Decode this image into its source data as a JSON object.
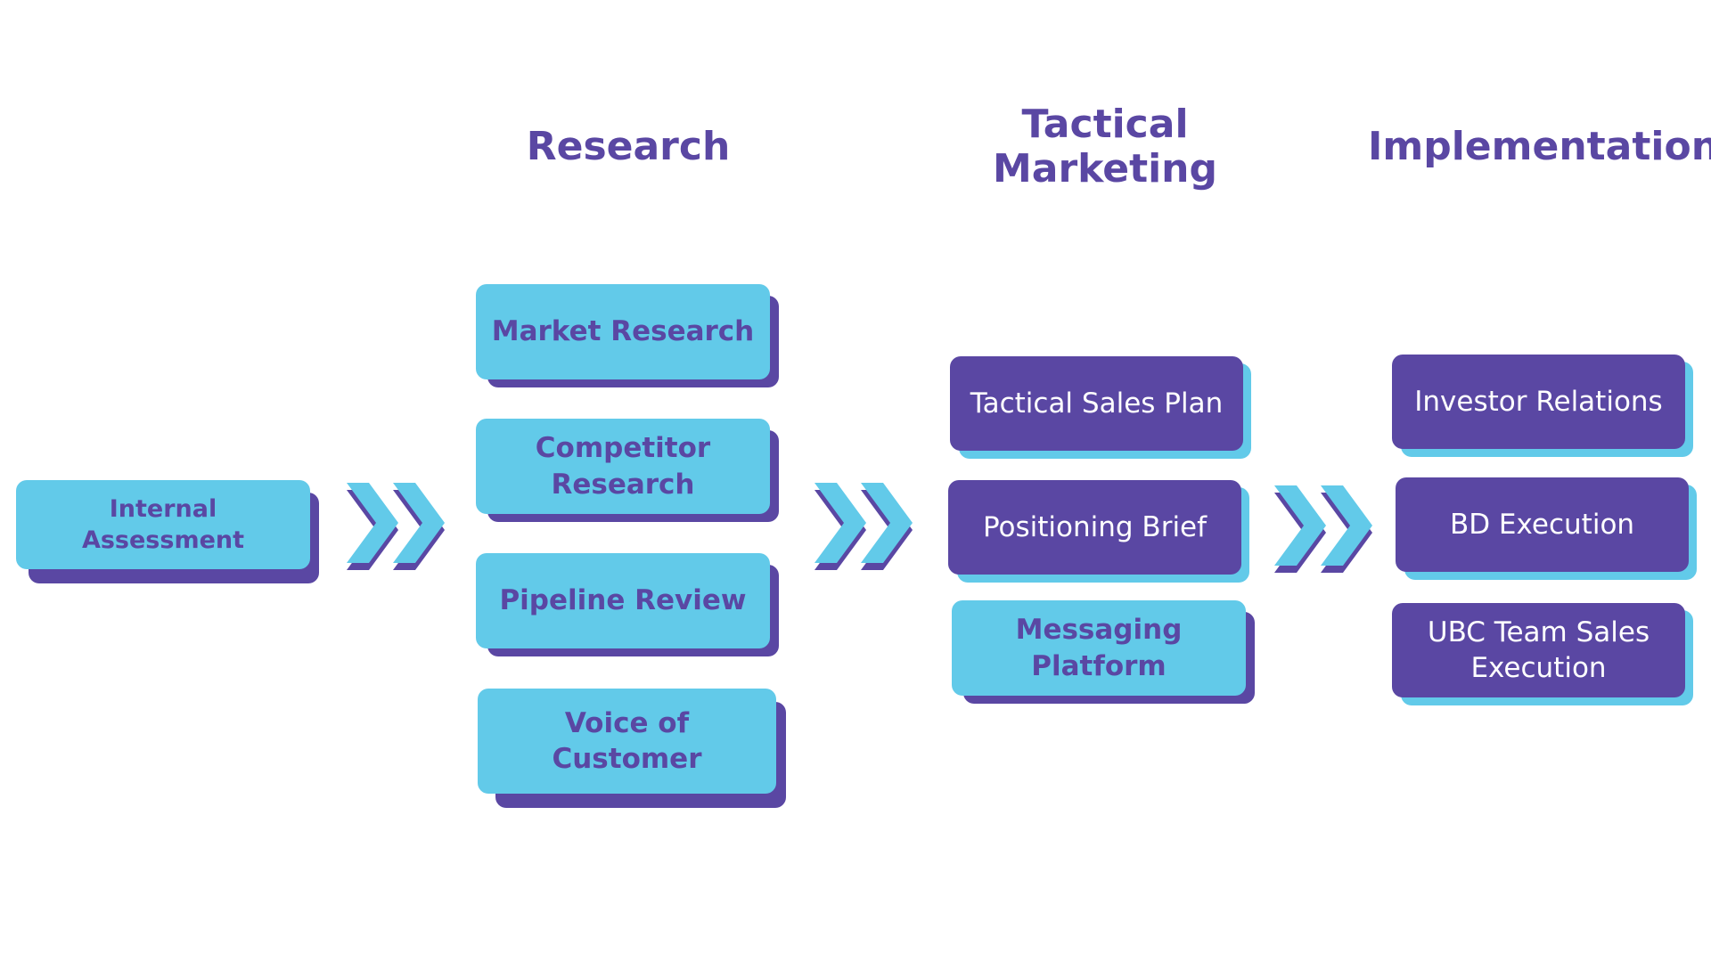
{
  "colors": {
    "purple": "#5a47a3",
    "cyan": "#62cae9",
    "background": "#ffffff"
  },
  "headings": {
    "research": "Research",
    "tactical_marketing": "Tactical\nMarketing",
    "implementation": "Implementation"
  },
  "start": {
    "internal_assessment": "Internal Assessment"
  },
  "research_items": {
    "market_research": "Market Research",
    "competitor_research": "Competitor\nResearch",
    "pipeline_review": "Pipeline Review",
    "voice_of_customer": "Voice of Customer"
  },
  "tactical_items": {
    "tactical_sales_plan": "Tactical Sales Plan",
    "positioning_brief": "Positioning Brief",
    "messaging_platform": "Messaging Platform"
  },
  "implementation_items": {
    "investor_relations": "Investor Relations",
    "bd_execution": "BD Execution",
    "ubc_team_sales_execution": "UBC Team Sales\nExecution"
  },
  "arrow_icon": "double-chevron-right-icon"
}
